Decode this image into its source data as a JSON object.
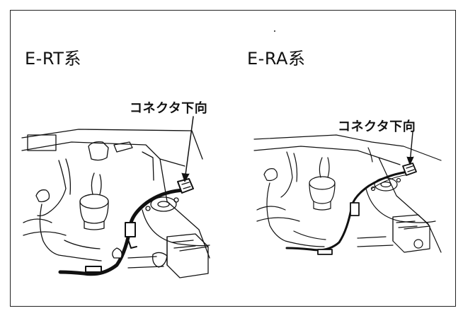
{
  "panels": [
    {
      "title": "E-RT系",
      "callout": "コネクタ下向"
    },
    {
      "title": "E-RA系",
      "callout": "コネクタ下向"
    }
  ],
  "colors": {
    "ink": "#111111",
    "paper": "#ffffff"
  }
}
